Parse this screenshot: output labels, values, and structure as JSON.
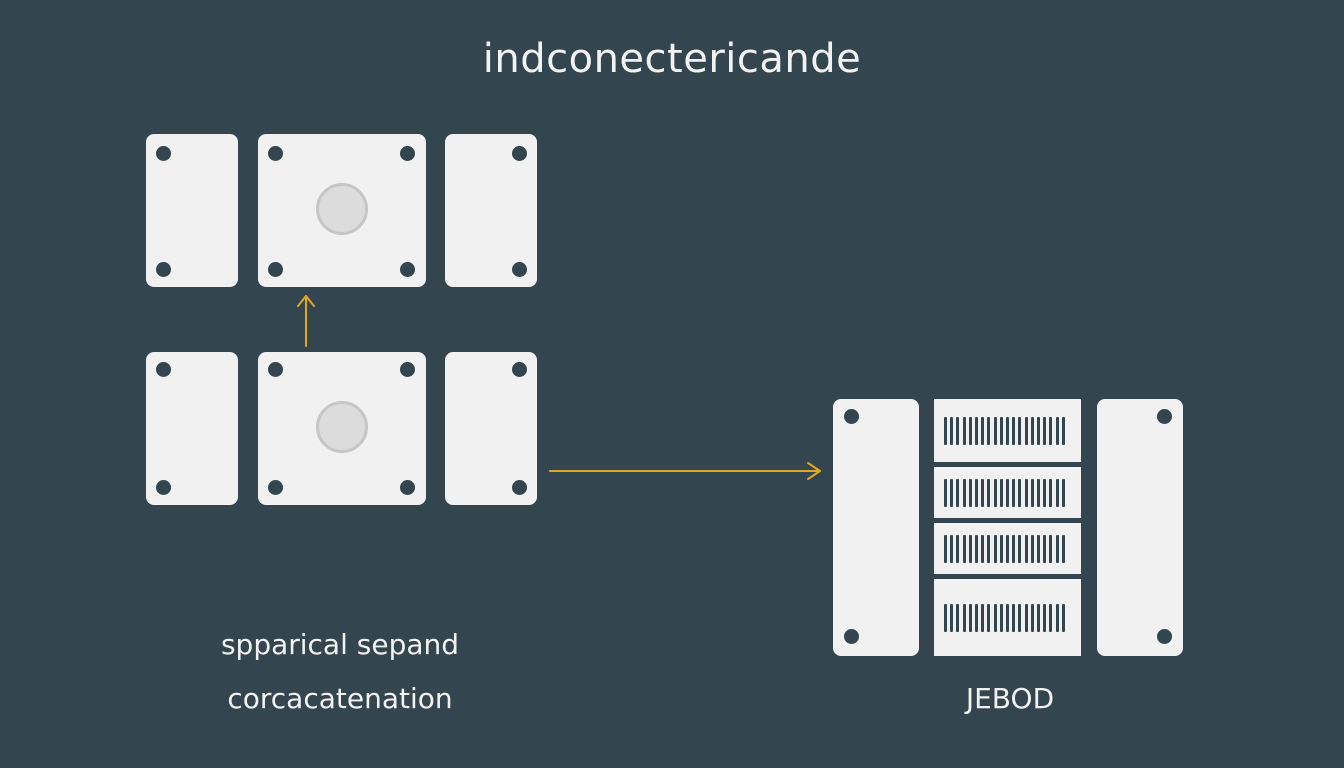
{
  "title": "indconectericande",
  "labels": {
    "left_line1": "spparical sepand",
    "left_line2": "corcacatenation",
    "right": "JEBOD"
  },
  "colors": {
    "background": "#33454f",
    "panel": "#f1f1f1",
    "arrow": "#e0a820"
  }
}
